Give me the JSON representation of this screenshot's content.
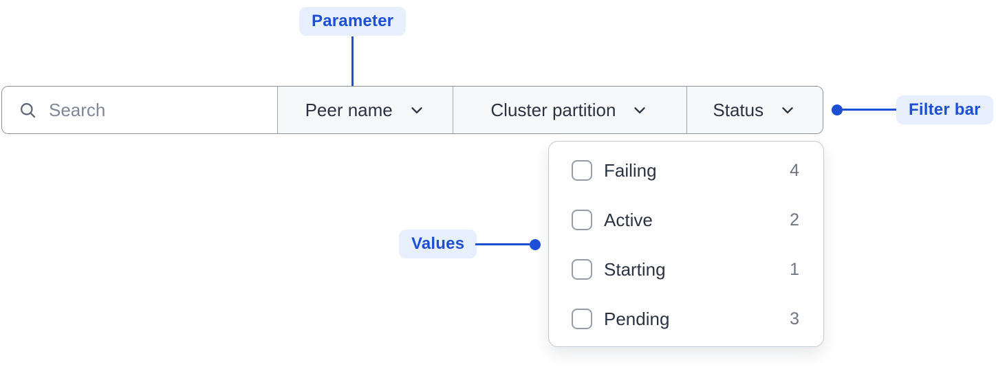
{
  "annotations": {
    "parameter_label": "Parameter",
    "filter_bar_label": "Filter bar",
    "values_label": "Values"
  },
  "filter_bar": {
    "search_placeholder": "Search",
    "parameters": [
      {
        "label": "Peer name"
      },
      {
        "label": "Cluster partition"
      },
      {
        "label": "Status"
      }
    ]
  },
  "status_dropdown": {
    "items": [
      {
        "label": "Failing",
        "count": "4",
        "checked": false
      },
      {
        "label": "Active",
        "count": "2",
        "checked": false
      },
      {
        "label": "Starting",
        "count": "1",
        "checked": false
      },
      {
        "label": "Pending",
        "count": "3",
        "checked": false
      }
    ]
  },
  "colors": {
    "accent": "#1C4ED6",
    "badge_background": "#E8EFFC",
    "text_dark": "#2B3342",
    "text_muted": "#6E7683"
  }
}
